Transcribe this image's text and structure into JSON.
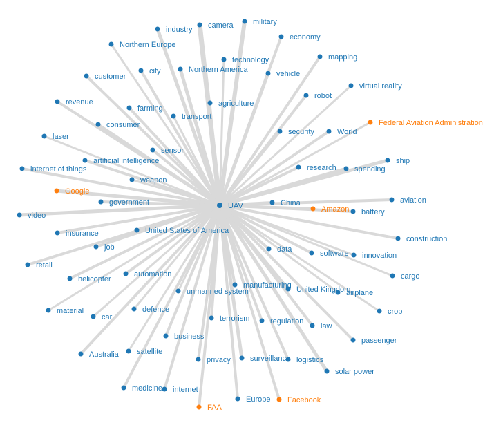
{
  "colors": {
    "default_node": "#1f77b4",
    "highlight_node": "#ff7f0e",
    "edge": "#d9d9d9"
  },
  "hub": {
    "label": "UAV"
  },
  "nodes": [
    {
      "label": "industry",
      "highlight": false
    },
    {
      "label": "camera",
      "highlight": false
    },
    {
      "label": "military",
      "highlight": false
    },
    {
      "label": "Northern Europe",
      "highlight": false
    },
    {
      "label": "economy",
      "highlight": false
    },
    {
      "label": "technology",
      "highlight": false
    },
    {
      "label": "mapping",
      "highlight": false
    },
    {
      "label": "customer",
      "highlight": false
    },
    {
      "label": "city",
      "highlight": false
    },
    {
      "label": "Northern America",
      "highlight": false
    },
    {
      "label": "vehicle",
      "highlight": false
    },
    {
      "label": "virtual reality",
      "highlight": false
    },
    {
      "label": "robot",
      "highlight": false
    },
    {
      "label": "revenue",
      "highlight": false
    },
    {
      "label": "agriculture",
      "highlight": false
    },
    {
      "label": "farming",
      "highlight": false
    },
    {
      "label": "transport",
      "highlight": false
    },
    {
      "label": "consumer",
      "highlight": false
    },
    {
      "label": "Federal Aviation Administration",
      "highlight": true
    },
    {
      "label": "security",
      "highlight": false
    },
    {
      "label": "World",
      "highlight": false
    },
    {
      "label": "laser",
      "highlight": false
    },
    {
      "label": "sensor",
      "highlight": false
    },
    {
      "label": "artificial intelligence",
      "highlight": false
    },
    {
      "label": "ship",
      "highlight": false
    },
    {
      "label": "internet of things",
      "highlight": false
    },
    {
      "label": "research",
      "highlight": false
    },
    {
      "label": "spending",
      "highlight": false
    },
    {
      "label": "weapon",
      "highlight": false
    },
    {
      "label": "Google",
      "highlight": true
    },
    {
      "label": "government",
      "highlight": false
    },
    {
      "label": "China",
      "highlight": false
    },
    {
      "label": "aviation",
      "highlight": false
    },
    {
      "label": "Amazon",
      "highlight": true
    },
    {
      "label": "battery",
      "highlight": false
    },
    {
      "label": "video",
      "highlight": false
    },
    {
      "label": "insurance",
      "highlight": false
    },
    {
      "label": "United States of America",
      "highlight": false
    },
    {
      "label": "construction",
      "highlight": false
    },
    {
      "label": "job",
      "highlight": false
    },
    {
      "label": "data",
      "highlight": false
    },
    {
      "label": "software",
      "highlight": false
    },
    {
      "label": "innovation",
      "highlight": false
    },
    {
      "label": "retail",
      "highlight": false
    },
    {
      "label": "automation",
      "highlight": false
    },
    {
      "label": "cargo",
      "highlight": false
    },
    {
      "label": "helicopter",
      "highlight": false
    },
    {
      "label": "manufacturing",
      "highlight": false
    },
    {
      "label": "United Kingdom",
      "highlight": false
    },
    {
      "label": "unmanned system",
      "highlight": false
    },
    {
      "label": "airplane",
      "highlight": false
    },
    {
      "label": "material",
      "highlight": false
    },
    {
      "label": "defence",
      "highlight": false
    },
    {
      "label": "crop",
      "highlight": false
    },
    {
      "label": "car",
      "highlight": false
    },
    {
      "label": "terrorism",
      "highlight": false
    },
    {
      "label": "regulation",
      "highlight": false
    },
    {
      "label": "law",
      "highlight": false
    },
    {
      "label": "business",
      "highlight": false
    },
    {
      "label": "passenger",
      "highlight": false
    },
    {
      "label": "Australia",
      "highlight": false
    },
    {
      "label": "satellite",
      "highlight": false
    },
    {
      "label": "privacy",
      "highlight": false
    },
    {
      "label": "surveillance",
      "highlight": false
    },
    {
      "label": "logistics",
      "highlight": false
    },
    {
      "label": "solar power",
      "highlight": false
    },
    {
      "label": "medicine",
      "highlight": false
    },
    {
      "label": "internet",
      "highlight": false
    },
    {
      "label": "Europe",
      "highlight": false
    },
    {
      "label": "Facebook",
      "highlight": true
    },
    {
      "label": "FAA",
      "highlight": true
    }
  ]
}
